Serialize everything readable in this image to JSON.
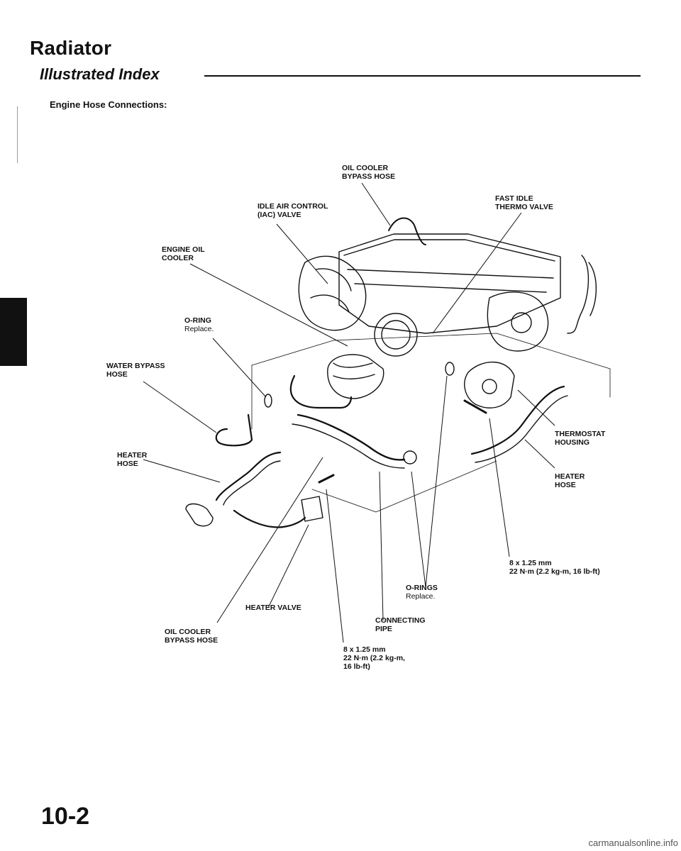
{
  "header": {
    "title": "Radiator",
    "subtitle": "Illustrated Index",
    "section": "Engine Hose Connections:"
  },
  "labels": {
    "oil_cooler_bypass_hose_top": "OIL COOLER\nBYPASS HOSE",
    "idle_air_control": "IDLE AIR CONTROL\n(IAC) VALVE",
    "fast_idle": "FAST IDLE\nTHERMO VALVE",
    "engine_oil_cooler": "ENGINE OIL\nCOOLER",
    "o_ring": "O-RING",
    "o_ring_note": "Replace.",
    "water_bypass_hose": "WATER BYPASS\nHOSE",
    "heater_hose_left": "HEATER\nHOSE",
    "thermostat_housing": "THERMOSTAT\nHOUSING",
    "heater_hose_right": "HEATER\nHOSE",
    "bolt_spec_right_1": "8 x 1.25 mm",
    "bolt_spec_right_2": "22 N·m (2.2 kg-m, 16 lb-ft)",
    "o_rings": "O-RINGS",
    "o_rings_note": "Replace.",
    "heater_valve": "HEATER VALVE",
    "connecting_pipe": "CONNECTING\nPIPE",
    "oil_cooler_bypass_hose_bottom": "OIL COOLER\nBYPASS HOSE",
    "bolt_spec_bottom_1": "8 x 1.25 mm",
    "bolt_spec_bottom_2": "22 N·m (2.2 kg-m,",
    "bolt_spec_bottom_3": "16 lb-ft)"
  },
  "page": {
    "number": "10-2"
  },
  "footer": {
    "watermark": "carmanualsonline.info"
  }
}
